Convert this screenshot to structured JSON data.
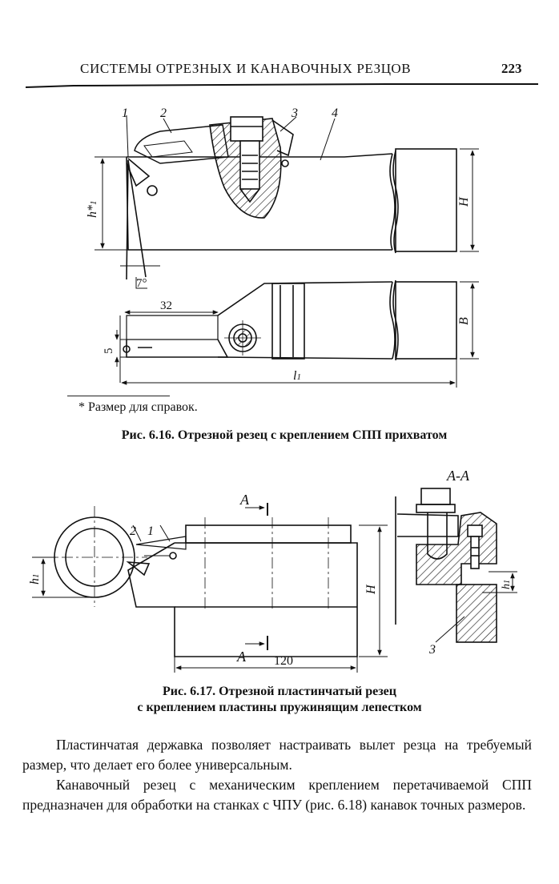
{
  "header": {
    "title": "СИСТЕМЫ ОТРЕЗНЫХ И КАНАВОЧНЫХ РЕЗЦОВ",
    "page_number": "223"
  },
  "figure_616": {
    "labels": {
      "p1": "1",
      "p2": "2",
      "p3": "3",
      "p4": "4",
      "h1_star": "h*",
      "h1_sub": "1",
      "angle": "7°",
      "H": "H",
      "B": "B",
      "dim32": "32",
      "dim5": "5",
      "l1": "l",
      "l1_sub": "1"
    },
    "footnote": "* Размер для справок.",
    "caption": "Рис. 6.16. Отрезной резец с креплением СПП прихватом"
  },
  "figure_617": {
    "labels": {
      "p1": "1",
      "p2": "2",
      "p3": "3",
      "section": "А-А",
      "arrowA": "А",
      "h1": "h",
      "h1_sub": "1",
      "H": "H",
      "dim120": "120"
    },
    "caption_line1": "Рис. 6.17. Отрезной пластинчатый резец",
    "caption_line2": "с креплением пластины пружинящим лепестком"
  },
  "body": {
    "paragraph1": "Пластинчатая державка позволяет настраивать вылет резца на требуемый размер, что делает его более универсальным.",
    "paragraph2": "Канавочный резец с механическим креплением перетачиваемой СПП предназначен для обработки на станках с ЧПУ (рис. 6.18) канавок точных размеров."
  }
}
